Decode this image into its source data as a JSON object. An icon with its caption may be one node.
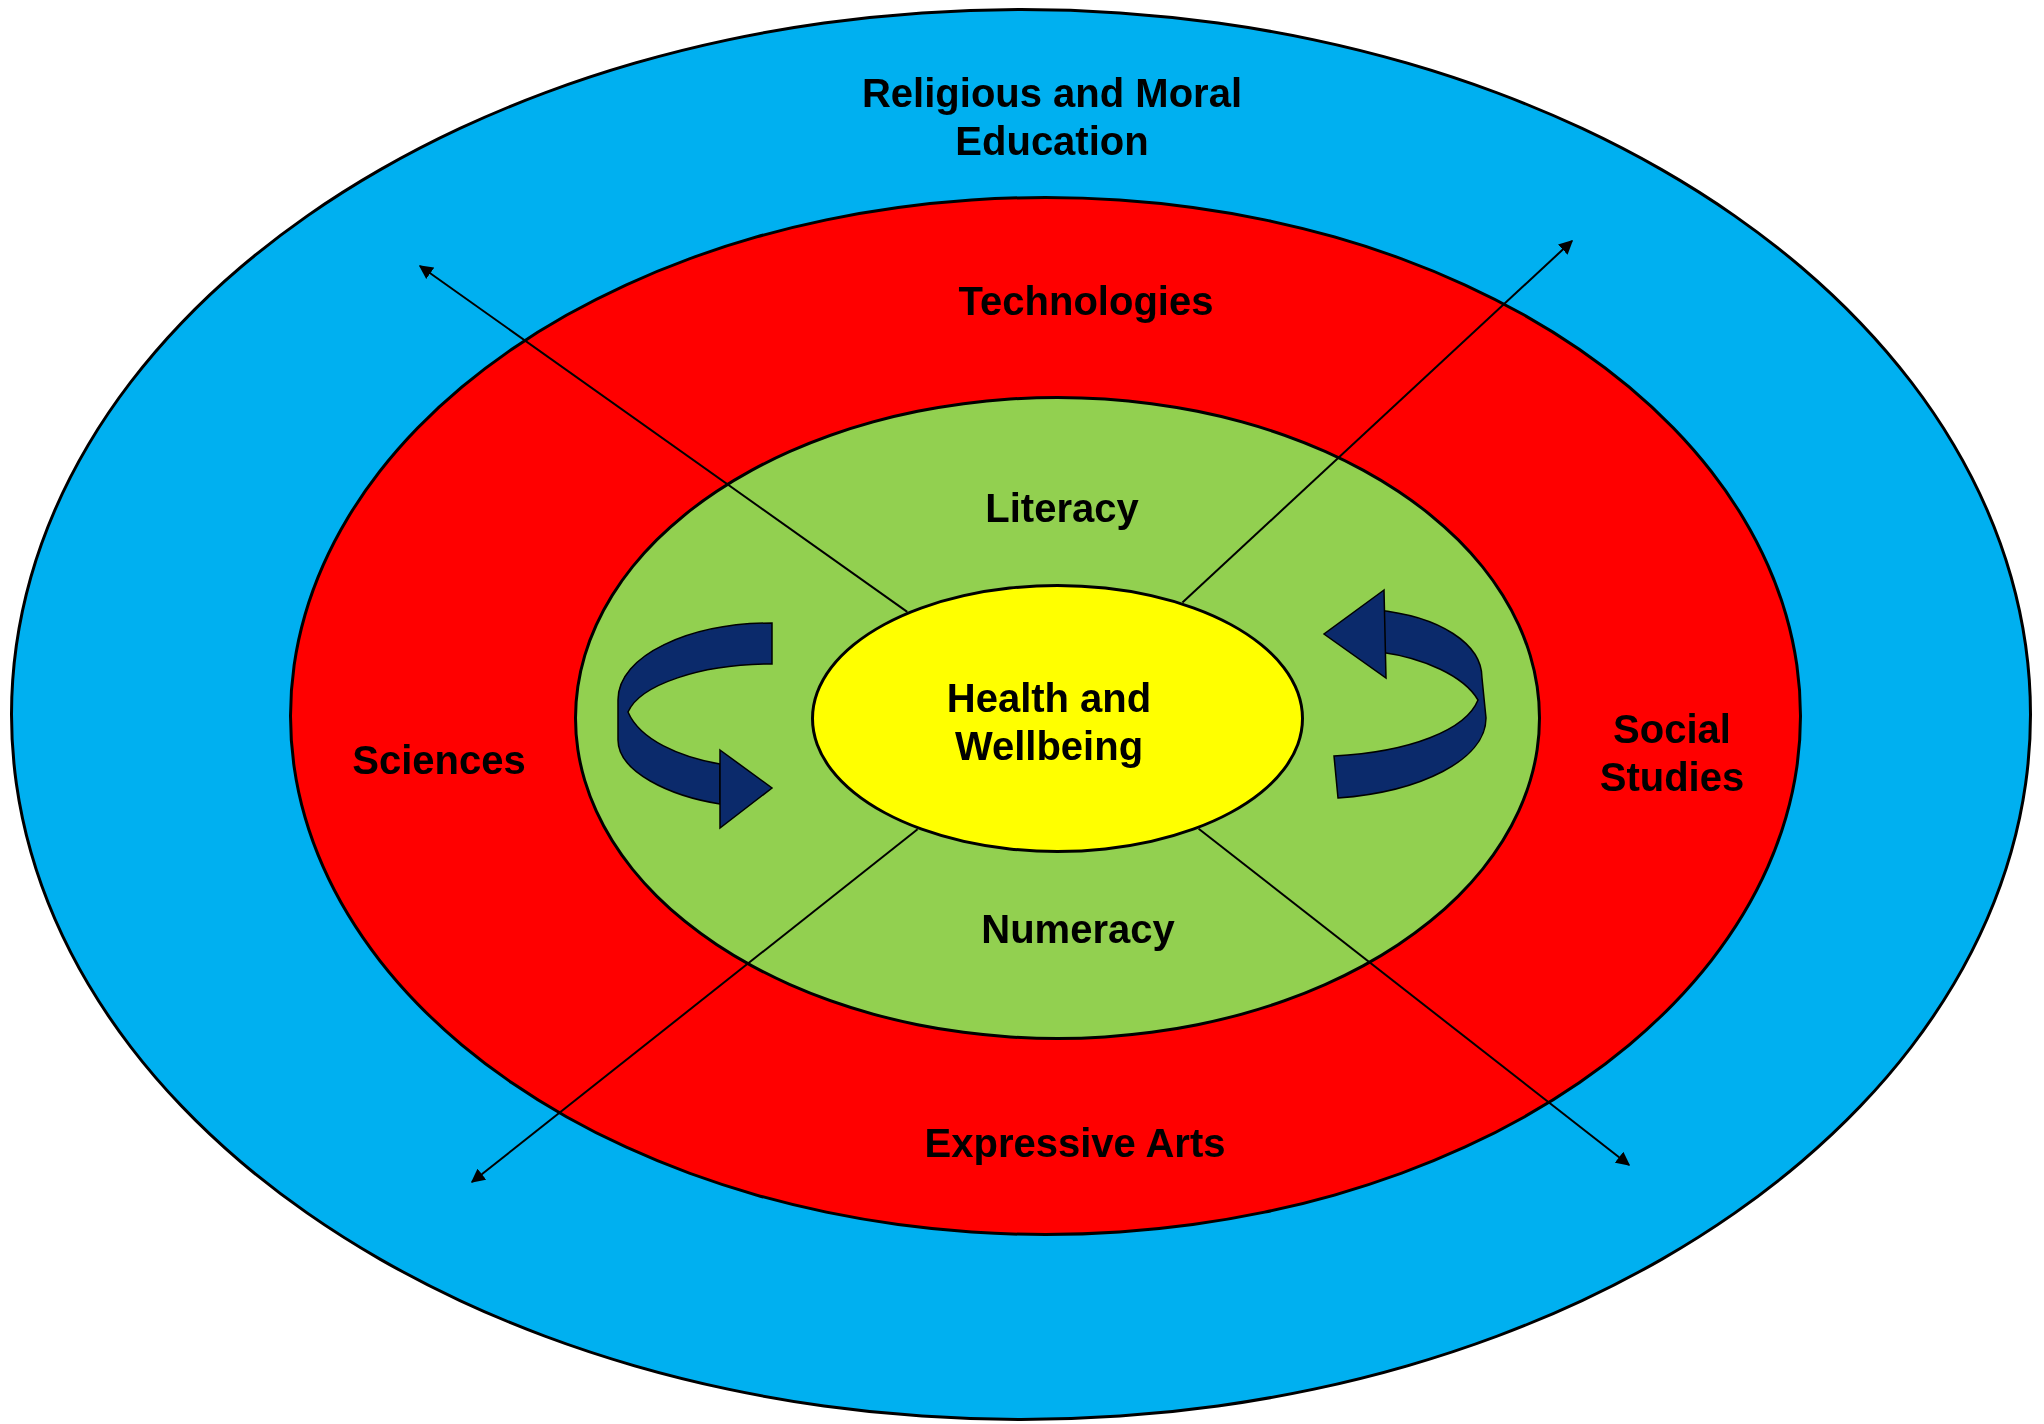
{
  "diagram": {
    "nodes": [
      {
        "text": [
          "Religious and Moral Education"
        ]
      },
      {
        "text": [
          "Technologies",
          "Sciences",
          "Social Studies",
          "Expressive Arts"
        ],
        "in": 0
      },
      {
        "text": [
          "Literacy",
          "Numeracy"
        ],
        "in": 1
      },
      {
        "text": [
          "Health and Wellbeing"
        ],
        "in": 2
      }
    ],
    "edges": [
      {
        "from": 3,
        "to": null,
        "arrow": "to"
      },
      {
        "from": 3,
        "to": null,
        "arrow": "to"
      },
      {
        "from": 3,
        "to": null,
        "arrow": "to"
      },
      {
        "from": 3,
        "to": null,
        "arrow": "to"
      }
    ]
  }
}
